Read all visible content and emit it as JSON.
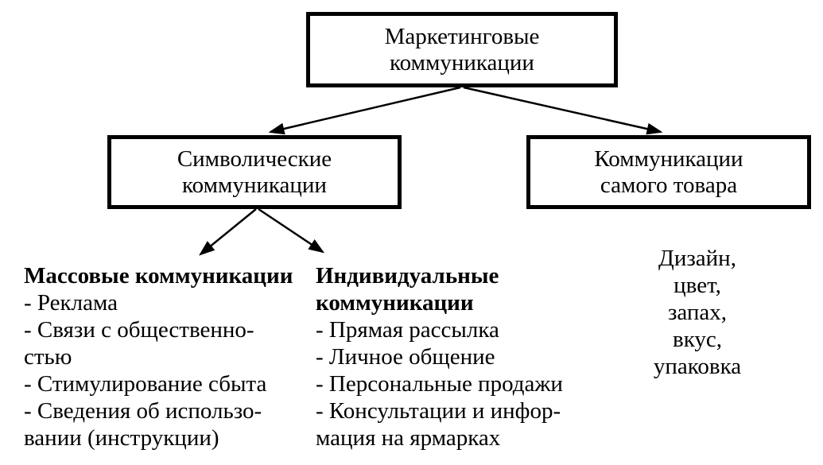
{
  "boxes": {
    "root": "Маркетинговые\nкоммуникации",
    "symbolic": "Символические\nкоммуникации",
    "product": "Коммуникации\nсамого товара"
  },
  "lists": {
    "mass": {
      "heading": "Массовые коммуникации",
      "lines": [
        "- Реклама",
        "- Связи с общественно-",
        "стью",
        "- Стимулирование сбыта",
        "- Сведения об использо-",
        "вании (инструкции)"
      ]
    },
    "individual": {
      "heading": "Индивидуальные\nкоммуникации",
      "lines": [
        "- Прямая рассылка",
        "- Личное общение",
        "- Персональные продажи",
        "- Консультации и инфор-",
        "мация на ярмарках"
      ]
    },
    "product_attributes": {
      "lines": [
        "Дизайн,",
        "цвет,",
        "запах,",
        "вкус,",
        "упаковка"
      ]
    }
  },
  "colors": {
    "line": "#000000",
    "text": "#000000",
    "background": "#ffffff"
  }
}
